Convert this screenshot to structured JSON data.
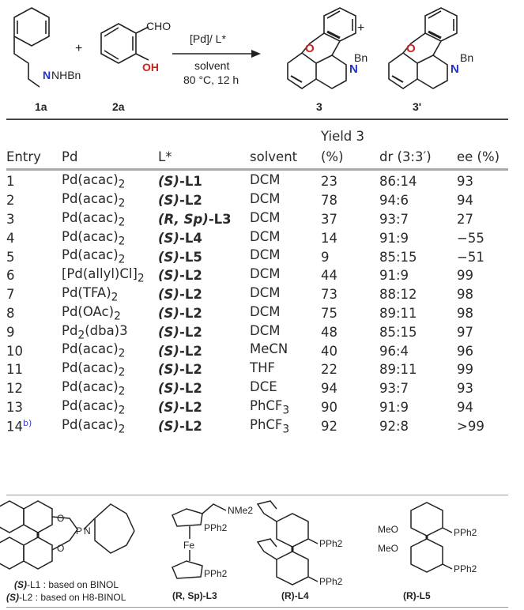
{
  "scheme": {
    "reagent1_label": "1a",
    "reagent2_label": "2a",
    "reagent1_group": "NHBn",
    "reagent1_n": "N",
    "reagent2_cho": "CHO",
    "reagent2_oh": "OH",
    "plus": "+",
    "catalyst": "[Pd]/ L*",
    "solvent": "solvent",
    "conditions": "80 °C, 12 h",
    "product1_label": "3",
    "product2_label": "3'",
    "product_o": "O",
    "product_n": "N",
    "product_bn": "Bn"
  },
  "table": {
    "headers": {
      "entry": "Entry",
      "pd": "Pd",
      "ligand": "L*",
      "solvent": "solvent",
      "yield_line1": "Yield 3",
      "yield_line2": "(%)",
      "dr": "dr (3:3′)",
      "ee": "ee (%)"
    },
    "rows": [
      {
        "entry": "1",
        "pd_main": "Pd(acac)",
        "pd_sub": "2",
        "pd_tail": "",
        "lig_pre": "(S)",
        "lig_post": "-L1",
        "solvent_main": "DCM",
        "solvent_sub": "",
        "yield": "23",
        "dr": "86:14",
        "ee": "93"
      },
      {
        "entry": "2",
        "pd_main": "Pd(acac)",
        "pd_sub": "2",
        "pd_tail": "",
        "lig_pre": "(S)",
        "lig_post": "-L2",
        "solvent_main": "DCM",
        "solvent_sub": "",
        "yield": "78",
        "dr": "94:6",
        "ee": "94"
      },
      {
        "entry": "3",
        "pd_main": "Pd(acac)",
        "pd_sub": "2",
        "pd_tail": "",
        "lig_pre": "(R, Sp)",
        "lig_post": "-L3",
        "solvent_main": "DCM",
        "solvent_sub": "",
        "yield": "37",
        "dr": "93:7",
        "ee": "27"
      },
      {
        "entry": "4",
        "pd_main": "Pd(acac)",
        "pd_sub": "2",
        "pd_tail": "",
        "lig_pre": "(S)",
        "lig_post": "-L4",
        "solvent_main": "DCM",
        "solvent_sub": "",
        "yield": "14",
        "dr": "91:9",
        "ee": "−55"
      },
      {
        "entry": "5",
        "pd_main": "Pd(acac)",
        "pd_sub": "2",
        "pd_tail": "",
        "lig_pre": "(S)",
        "lig_post": "-L5",
        "solvent_main": "DCM",
        "solvent_sub": "",
        "yield": "9",
        "dr": "85:15",
        "ee": "−51"
      },
      {
        "entry": "6",
        "pd_main": "[Pd(allyl)Cl]",
        "pd_sub": "2",
        "pd_tail": "",
        "lig_pre": "(S)",
        "lig_post": "-L2",
        "solvent_main": "DCM",
        "solvent_sub": "",
        "yield": "44",
        "dr": "91:9",
        "ee": "99"
      },
      {
        "entry": "7",
        "pd_main": "Pd(TFA)",
        "pd_sub": "2",
        "pd_tail": "",
        "lig_pre": "(S)",
        "lig_post": "-L2",
        "solvent_main": "DCM",
        "solvent_sub": "",
        "yield": "73",
        "dr": "88:12",
        "ee": "98"
      },
      {
        "entry": "8",
        "pd_main": "Pd(OAc)",
        "pd_sub": "2",
        "pd_tail": "",
        "lig_pre": "(S)",
        "lig_post": "-L2",
        "solvent_main": "DCM",
        "solvent_sub": "",
        "yield": "75",
        "dr": "89:11",
        "ee": "98"
      },
      {
        "entry": "9",
        "pd_main": "Pd",
        "pd_sub": "2",
        "pd_tail": "(dba)3",
        "lig_pre": "(S)",
        "lig_post": "-L2",
        "solvent_main": "DCM",
        "solvent_sub": "",
        "yield": "48",
        "dr": "85:15",
        "ee": "97"
      },
      {
        "entry": "10",
        "pd_main": "Pd(acac)",
        "pd_sub": "2",
        "pd_tail": "",
        "lig_pre": "(S)",
        "lig_post": "-L2",
        "solvent_main": "MeCN",
        "solvent_sub": "",
        "yield": "40",
        "dr": "96:4",
        "ee": "96"
      },
      {
        "entry": "11",
        "pd_main": "Pd(acac)",
        "pd_sub": "2",
        "pd_tail": "",
        "lig_pre": "(S)",
        "lig_post": "-L2",
        "solvent_main": "THF",
        "solvent_sub": "",
        "yield": "22",
        "dr": "89:11",
        "ee": "99"
      },
      {
        "entry": "12",
        "pd_main": "Pd(acac)",
        "pd_sub": "2",
        "pd_tail": "",
        "lig_pre": "(S)",
        "lig_post": "-L2",
        "solvent_main": "DCE",
        "solvent_sub": "",
        "yield": "94",
        "dr": "93:7",
        "ee": "93"
      },
      {
        "entry": "13",
        "pd_main": "Pd(acac)",
        "pd_sub": "2",
        "pd_tail": "",
        "lig_pre": "(S)",
        "lig_post": "-L2",
        "solvent_main": "PhCF",
        "solvent_sub": "3",
        "yield": "90",
        "dr": "91:9",
        "ee": "94"
      },
      {
        "entry": "14",
        "entry_sup": "b)",
        "pd_main": "Pd(acac)",
        "pd_sub": "2",
        "pd_tail": "",
        "lig_pre": "(S)",
        "lig_post": "-L2",
        "solvent_main": "PhCF",
        "solvent_sub": "3",
        "yield": "92",
        "dr": "92:8",
        "ee": ">99"
      }
    ]
  },
  "ligands": {
    "l1_caption_pre": "(S)",
    "l1_caption_post": "-L1 : based on BINOL",
    "l2_caption_pre": "(S)",
    "l2_caption_post": "-L2 : based on H8-BINOL",
    "l3_label": "(R, Sp)-L3",
    "l4_label": "(R)-L4",
    "l5_label": "(R)-L5",
    "atom_o": "O",
    "atom_p": "P",
    "atom_n": "N",
    "atom_fe": "Fe",
    "group_nme2": "NMe2",
    "group_pph2": "PPh2",
    "group_ome": "MeO"
  }
}
